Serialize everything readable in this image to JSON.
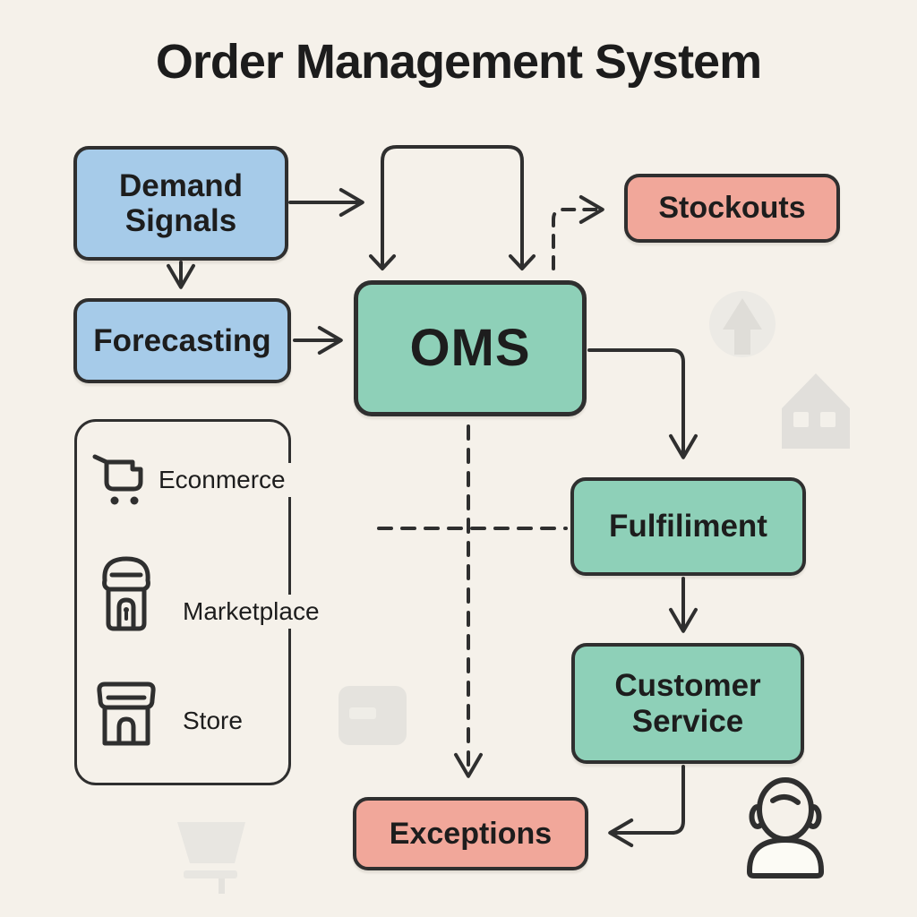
{
  "title": "Order Management System",
  "colors": {
    "background": "#f5f1ea",
    "node_blue": "#a6cbe9",
    "node_green": "#8ed0b8",
    "node_salmon": "#f1a79a",
    "stroke": "#2f2f2f",
    "text": "#1d1d1d"
  },
  "nodes": {
    "demand_signals": {
      "label": "Demand Signals",
      "color": "#a6cbe9"
    },
    "forecasting": {
      "label": "Forecasting",
      "color": "#a6cbe9"
    },
    "oms": {
      "label": "OMS",
      "color": "#8ed0b8"
    },
    "stockouts": {
      "label": "Stockouts",
      "color": "#f1a79a"
    },
    "fulfillment": {
      "label": "Fulfiliment",
      "color": "#8ed0b8"
    },
    "customer_service": {
      "label": "Customer Service",
      "color": "#8ed0b8"
    },
    "exceptions": {
      "label": "Exceptions",
      "color": "#f1a79a"
    }
  },
  "channels": {
    "items": [
      {
        "icon": "cart-icon",
        "label": "Econmerce"
      },
      {
        "icon": "marketplace-icon",
        "label": "Marketplace"
      },
      {
        "icon": "store-icon",
        "label": "Store"
      }
    ]
  },
  "decorations": {
    "agent_icon": "customer-agent-icon",
    "watermark_icons": [
      "up-arrow-circle-icon",
      "house-icon",
      "chat-bubble-icon",
      "cart-icon"
    ]
  }
}
